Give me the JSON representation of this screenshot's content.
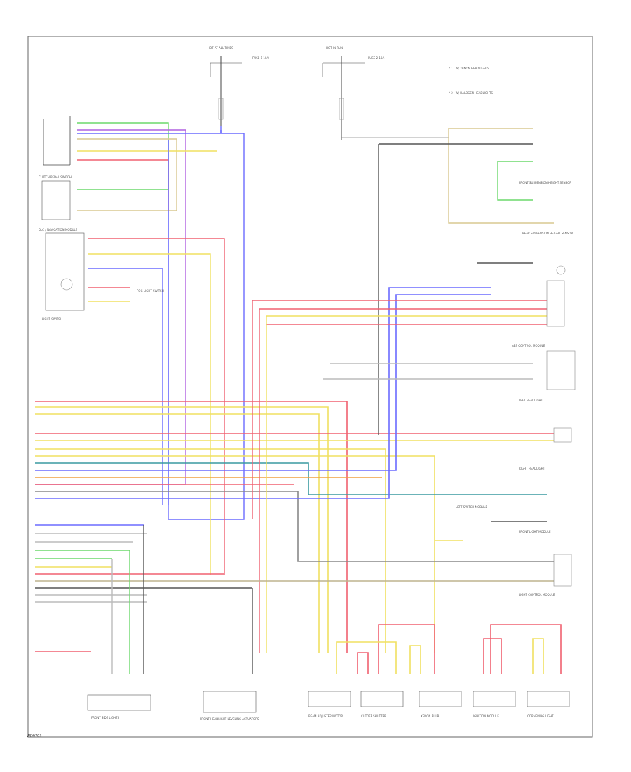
{
  "footer_code": "WD9703",
  "top_blocks": {
    "left": {
      "title": "HOT AT ALL TIMES",
      "fuse": "FUSE 1 10A"
    },
    "right": {
      "title": "HOT IN RUN",
      "fuse": "FUSE 2 10A"
    },
    "notes": [
      "* 1 : W/ XENON HEADLIGHTS",
      "* 2 : W/ HALOGEN HEADLIGHTS"
    ]
  },
  "components": [
    {
      "name": "CLUTCH PEDAL SWITCH",
      "id": "clutch"
    },
    {
      "name": "DLC / NAVIGATION MODULE",
      "id": "dlc"
    },
    {
      "name": "LIGHT SWITCH",
      "id": "lightsw"
    },
    {
      "name": "FOG LIGHT SWITCH",
      "id": "fogsw"
    },
    {
      "name": "FRONT SUSPENSION HEIGHT SENSOR",
      "id": "fsusp"
    },
    {
      "name": "REAR SUSPENSION HEIGHT SENSOR",
      "id": "rsusp"
    },
    {
      "name": "ABS CONTROL MODULE",
      "id": "abs"
    },
    {
      "name": "LEFT HEADLIGHT",
      "id": "lhl"
    },
    {
      "name": "RIGHT HEADLIGHT",
      "id": "rhl"
    },
    {
      "name": "LEFT SWITCH MODULE",
      "id": "lsm"
    },
    {
      "name": "FRONT LIGHT MODULE",
      "id": "flm"
    },
    {
      "name": "LIGHT CONTROL MODULE",
      "id": "lcm"
    }
  ],
  "bottom_components": [
    {
      "name": "FRONT SIDE LIGHTS",
      "id": "b1"
    },
    {
      "name": "FRONT HEADLIGHT LEVELING ACTUATORS",
      "id": "b2"
    },
    {
      "name": "BEAM ADJUSTER MOTOR",
      "id": "b3"
    },
    {
      "name": "CUTOFF SHUTTER",
      "id": "b4"
    },
    {
      "name": "XENON BULB",
      "id": "b5"
    },
    {
      "name": "IGNITION MODULE",
      "id": "b6"
    },
    {
      "name": "CORNERING LIGHT",
      "id": "b7"
    }
  ],
  "wire_colors": {
    "red": "#f06070",
    "blue": "#6b6bff",
    "yellow": "#f0e060",
    "green": "#6cd96c",
    "orange": "#f0a040",
    "purple": "#b060e0",
    "teal": "#3a9aa0",
    "gray": "#888888",
    "black": "#333333",
    "tan": "#d8c890"
  }
}
